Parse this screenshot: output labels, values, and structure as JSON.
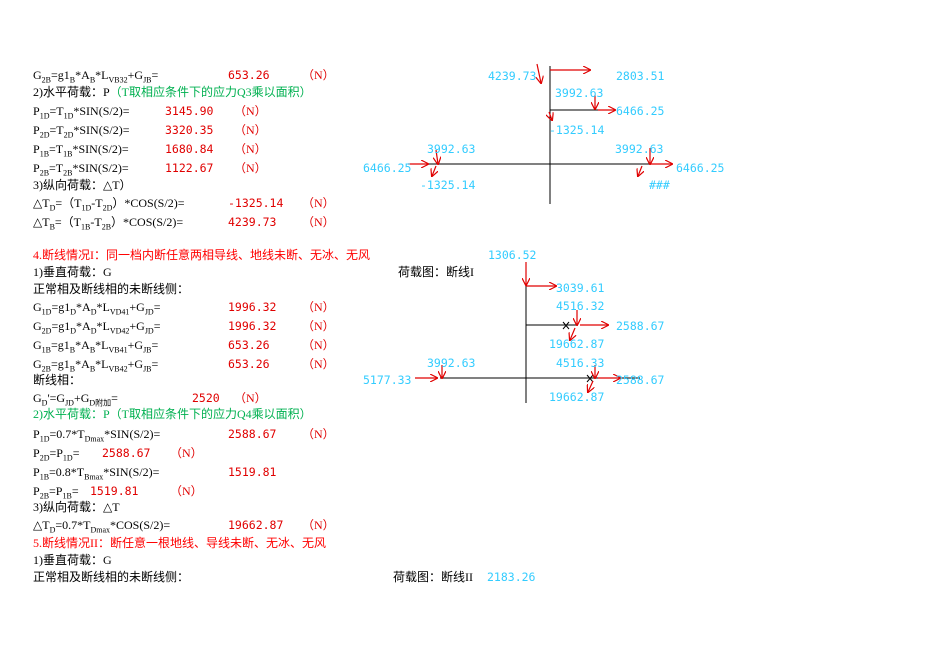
{
  "section3": {
    "g2b_formula": "G2B=g1B*AB*LVB32+GJB=",
    "g2b_value": "653.26",
    "unit": "（N）",
    "horizontal_title": "2)水平荷载：P",
    "horizontal_note": "（T取相应条件下的应力Q3乘以面积）",
    "p_rows": [
      {
        "formula": "P1D=T1D*SIN(S/2)=",
        "value": "3145.90"
      },
      {
        "formula": "P2D=T2D*SIN(S/2)=",
        "value": "3320.35"
      },
      {
        "formula": "P1B=T1B*SIN(S/2)=",
        "value": "1680.84"
      },
      {
        "formula": "P2B=T2B*SIN(S/2)=",
        "value": "1122.67"
      }
    ],
    "longitudinal_title": "3)纵向荷载：△T）",
    "dt_rows": [
      {
        "formula": "△TD=（T1D-T2D）*COS(S/2)=",
        "value": "-1325.14"
      },
      {
        "formula": "△TB=（T1B-T2B）*COS(S/2)=",
        "value": "4239.73"
      }
    ]
  },
  "diagram1": {
    "labels": [
      "4239.73",
      "2803.51",
      "3992.63",
      "6466.25",
      "-1325.14",
      "3992.63",
      "3992.63",
      "6466.25",
      "6466.25",
      "-1325.14",
      "###"
    ]
  },
  "section4": {
    "heading": "4.断线情况I：同一档内断任意两相导线、地线未断、无冰、无风",
    "vertical_title": "1)垂直荷载：G",
    "diagram_title": "荷载图：断线I",
    "sub": "正常相及断线相的未断线侧：",
    "g_rows": [
      {
        "formula": "G1D=g1D*AD*LVD41+GJD=",
        "value": "1996.32"
      },
      {
        "formula": "G2D=g1D*AD*LVD42+GJD=",
        "value": "1996.32"
      },
      {
        "formula": "G1B=g1B*AB*LVB41+GJB=",
        "value": "653.26"
      },
      {
        "formula": "G2B=g1B*AB*LVB42+GJB=",
        "value": "653.26"
      }
    ],
    "broken_phase": "断线相：",
    "gd_formula": "GD'=GJD+GD附加=",
    "gd_value": "2520",
    "horizontal_title": "2)水平荷载：P",
    "horizontal_note": "（T取相应条件下的应力Q4乘以面积）",
    "p1d_formula": "P1D=0.7*TDmax*SIN(S/2)=",
    "p1d_value": "2588.67",
    "p2d_formula": "P2D=P1D=",
    "p2d_value": "2588.67",
    "p1b_formula": "P1B=0.8*TBmax*SIN(S/2)=",
    "p1b_value": "1519.81",
    "p2b_formula": "P2B=P1B=",
    "p2b_value": "1519.81",
    "longitudinal_title": "3)纵向荷载：△T",
    "dt_formula": "△TD=0.7*TDmax*COS(S/2)=",
    "dt_value": "19662.87"
  },
  "diagram2": {
    "labels": [
      "1306.52",
      "3039.61",
      "4516.32",
      "2588.67",
      "19662.87",
      "3992.63",
      "4516.33",
      "5177.33",
      "2588.67",
      "19662.87"
    ]
  },
  "section5": {
    "heading": "5.断线情况II：断任意一根地线、导线未断、无冰、无风",
    "vertical_title": "1)垂直荷载：G",
    "sub": "正常相及断线相的未断线侧：",
    "diagram_title": "荷载图：断线II",
    "diagram_value": "2183.26"
  }
}
